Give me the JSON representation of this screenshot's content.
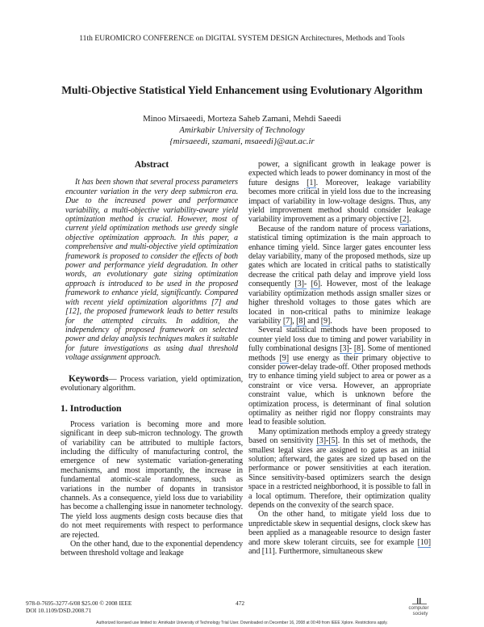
{
  "header": {
    "conference": "11th EUROMICRO CONFERENCE on DIGITAL SYSTEM DESIGN Architectures, Methods and Tools"
  },
  "title": "Multi-Objective Statistical Yield Enhancement using Evolutionary Algorithm",
  "authors": "Minoo Mirsaeedi, Morteza Saheb Zamani, Mehdi Saeedi",
  "affiliation": "Amirkabir University of Technology",
  "email": "{mirsaeedi, szamani, msaeedi}@aut.ac.ir",
  "abstract": {
    "heading": "Abstract",
    "text": "It has been shown that several process parameters encounter variation in the very deep submicron era. Due to the increased power and performance variability, a multi-objective variability-aware yield optimization method is crucial. However, most of current yield optimization methods use greedy single objective optimization approach. In this paper, a comprehensive and multi-objective yield optimization framework is proposed to consider the effects of both power and performance yield degradation. In other words, an evolutionary gate sizing optimization approach is introduced to be used in the proposed framework to enhance yield, significantly. Compared with recent yield optimization algorithms [7] and [12], the proposed framework leads to better results for the attempted circuits. In addition, the independency of proposed framework on selected power and delay analysis techniques makes it suitable for future investigations as using dual threshold voltage assignment approach."
  },
  "keywords": {
    "label": "Keywords",
    "text": "— Process variation, yield optimization, evolutionary algorithm."
  },
  "section1": {
    "heading": "1. Introduction"
  },
  "left_paragraphs": [
    [
      {
        "t": "Process variation is becoming more and more significant in deep sub-micron technology. The growth of variability can be attributed to multiple factors, including the difficulty of manufacturing control, the emergence of new systematic variation-generating mechanisms, and most importantly, the increase in fundamental atomic-scale randomness, such as variations in the number of dopants in transistor channels. As a consequence, yield loss due to variability has become a challenging issue in nanometer technology. The yield loss augments design costs because dies that do not meet requirements with respect to performance are rejected."
      }
    ],
    [
      {
        "t": "On the other hand, due to the exponential dependency between threshold voltage and leakage"
      }
    ]
  ],
  "right_paragraphs": [
    [
      {
        "t": "power, a significant growth in leakage power is expected which leads to power dominancy in most of the future designs "
      },
      {
        "t": "[1]",
        "link": true
      },
      {
        "t": ". Moreover, leakage variability becomes more critical in yield loss due to the increasing impact of variability in low-voltage designs. Thus, any yield improvement method should consider leakage variability improvement as a primary objective "
      },
      {
        "t": "[2]",
        "link": true
      },
      {
        "t": "."
      }
    ],
    [
      {
        "t": "Because of the random nature of process variations, statistical timing optimization is the main approach to enhance timing yield. Since larger gates encounter less delay variability, many of the proposed methods, size up gates which are located in critical paths to statistically decrease the critical path delay and improve yield loss consequently "
      },
      {
        "t": "[3]-",
        "link": true
      },
      {
        "t": " "
      },
      {
        "t": "[6]",
        "link": true
      },
      {
        "t": ". However, most of the leakage variability optimization methods assign smaller sizes or higher threshold voltages to those gates which are located in non-critical paths to minimize leakage variability "
      },
      {
        "t": "[7]",
        "link": true
      },
      {
        "t": ", "
      },
      {
        "t": "[8]",
        "link": true
      },
      {
        "t": " and "
      },
      {
        "t": "[9]",
        "link": true
      },
      {
        "t": "."
      }
    ],
    [
      {
        "t": "Several statistical methods have been proposed to counter yield loss due to timing and power variability in fully combinational designs "
      },
      {
        "t": "[3]-",
        "link": true
      },
      {
        "t": " "
      },
      {
        "t": "[8]",
        "link": true
      },
      {
        "t": ". Some of mentioned methods "
      },
      {
        "t": "[9]",
        "link": true
      },
      {
        "t": " use energy as their primary objective to consider power-delay trade-off. Other proposed methods try to enhance timing yield subject to area or power as a constraint or vice versa. However, an appropriate constraint value, which is unknown before the optimization process, is determinant of final solution optimality as neither rigid nor floppy constraints may lead to feasible solution."
      }
    ],
    [
      {
        "t": "Many optimization methods employ a greedy strategy based on sensitivity "
      },
      {
        "t": "[3]-[5]",
        "link": true
      },
      {
        "t": ". In this set of methods, the smallest legal sizes are assigned to gates as an initial solution; afterward, the gates are sized up based on the performance or power sensitivities at each iteration. Since sensitivity-based optimizers search the design space in a restricted neighborhood, it is possible to fall in a local optimum. Therefore, their optimization quality depends on the convexity of the search space."
      }
    ],
    [
      {
        "t": "On the other hand, to mitigate yield loss due to unpredictable skew in sequential designs, clock skew has been applied as a manageable resource to design faster and more skew tolerant circuits, see for example "
      },
      {
        "t": "[10]",
        "link": true
      },
      {
        "t": " and [11]. Furthermore, simultaneous skew"
      }
    ]
  ],
  "footer": {
    "isbn": "978-0-7695-3277-6/08 $25.00 © 2008 IEEE",
    "doi": "DOI 10.1109/DSD.2008.71",
    "page_number": "472",
    "logo_text": "computer society",
    "authorization": "Authorized licensed use limited to: Amirkabir University of Technology Trial User. Downloaded on December 16, 2008 at 00:49 from IEEE Xplore.  Restrictions apply."
  },
  "colors": {
    "link_underline": "#5b8fd6",
    "text": "#1a1a1a"
  }
}
